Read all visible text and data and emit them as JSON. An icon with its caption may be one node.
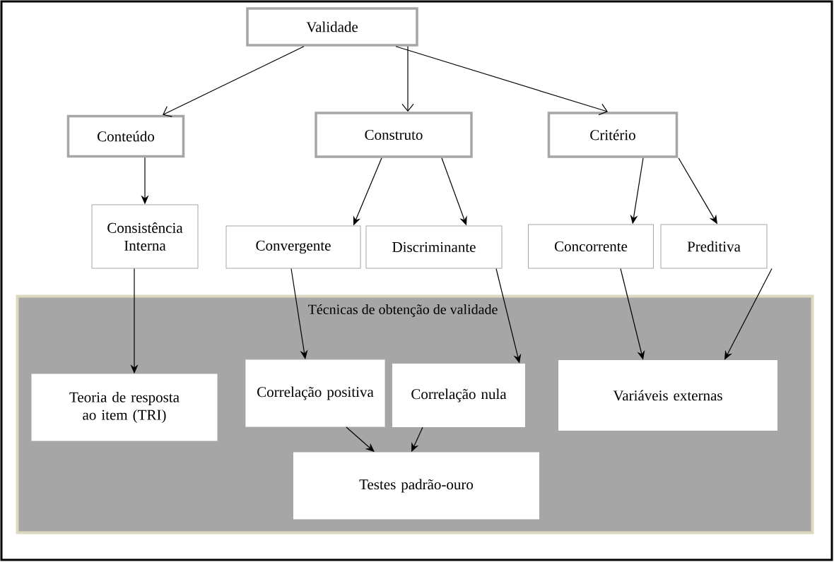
{
  "diagram": {
    "nodes": [
      {
        "text": [
          "Validade"
        ]
      },
      {
        "text": [
          "Conteúdo"
        ]
      },
      {
        "text": [
          "Construto"
        ]
      },
      {
        "text": [
          "Critério"
        ]
      },
      {
        "text": [
          "Consistência Interna"
        ]
      },
      {
        "text": [
          "Convergente"
        ]
      },
      {
        "text": [
          "Discriminante"
        ]
      },
      {
        "text": [
          "Concorrente"
        ]
      },
      {
        "text": [
          "Preditiva"
        ]
      },
      {
        "text": [
          "Técnicas de obtenção de validade"
        ]
      },
      {
        "text": [
          "Teoria de resposta ao item (TRI)"
        ],
        "in": 9
      },
      {
        "text": [
          "Correlação positiva"
        ],
        "in": 9
      },
      {
        "text": [
          "Correlação nula"
        ],
        "in": 9
      },
      {
        "text": [
          "Variáveis externas"
        ],
        "in": 9
      },
      {
        "text": [
          "Testes padrão-ouro"
        ],
        "in": 9
      }
    ],
    "edges": [
      {
        "from": 0,
        "to": 1,
        "arrow": "to"
      },
      {
        "from": 0,
        "to": 2,
        "arrow": "to"
      },
      {
        "from": 0,
        "to": 3,
        "arrow": "to"
      },
      {
        "from": 1,
        "to": 4,
        "arrow": "to"
      },
      {
        "from": 2,
        "to": 5,
        "arrow": "to"
      },
      {
        "from": 2,
        "to": 6,
        "arrow": "to"
      },
      {
        "from": 3,
        "to": 7,
        "arrow": "to"
      },
      {
        "from": 3,
        "to": 8,
        "arrow": "to"
      },
      {
        "from": 4,
        "to": 10,
        "arrow": "to"
      },
      {
        "from": 5,
        "to": 11,
        "arrow": "to"
      },
      {
        "from": 6,
        "to": 12,
        "arrow": "to"
      },
      {
        "from": 7,
        "to": 13,
        "arrow": "to"
      },
      {
        "from": 8,
        "to": 13,
        "arrow": "to"
      },
      {
        "from": 11,
        "to": 14,
        "arrow": "to"
      },
      {
        "from": 12,
        "to": 14,
        "arrow": "to"
      }
    ]
  }
}
